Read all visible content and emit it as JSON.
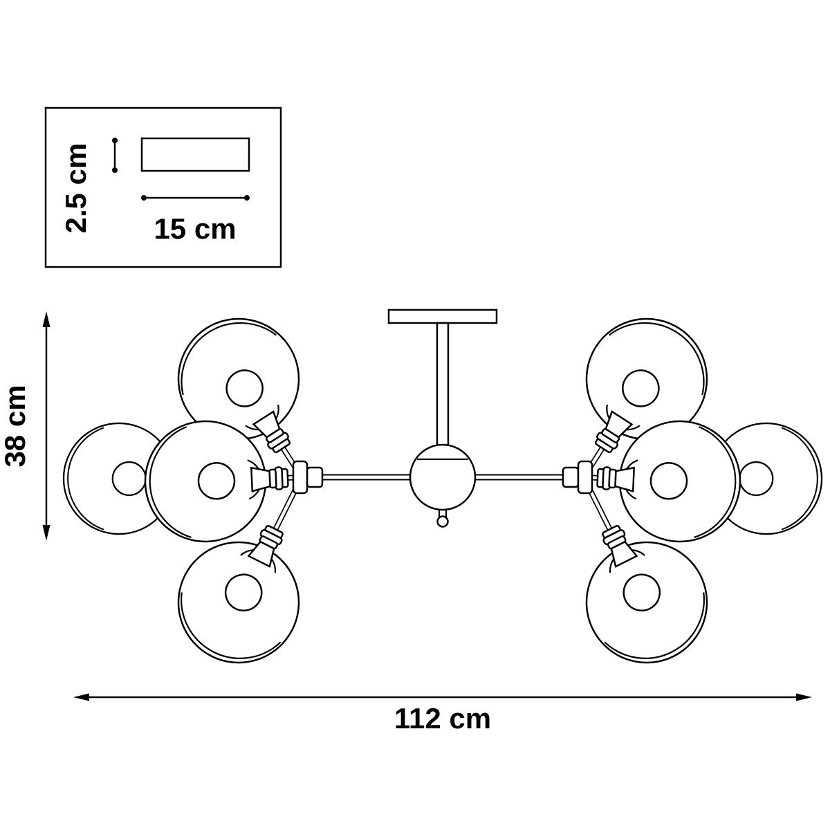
{
  "style": {
    "line_color": "#000000",
    "background": "#ffffff",
    "text_color": "#000000"
  },
  "inset": {
    "height_label": "2.5 cm",
    "width_label": "15 cm"
  },
  "dimensions": {
    "height_label": "38 cm",
    "width_label": "112 cm"
  }
}
